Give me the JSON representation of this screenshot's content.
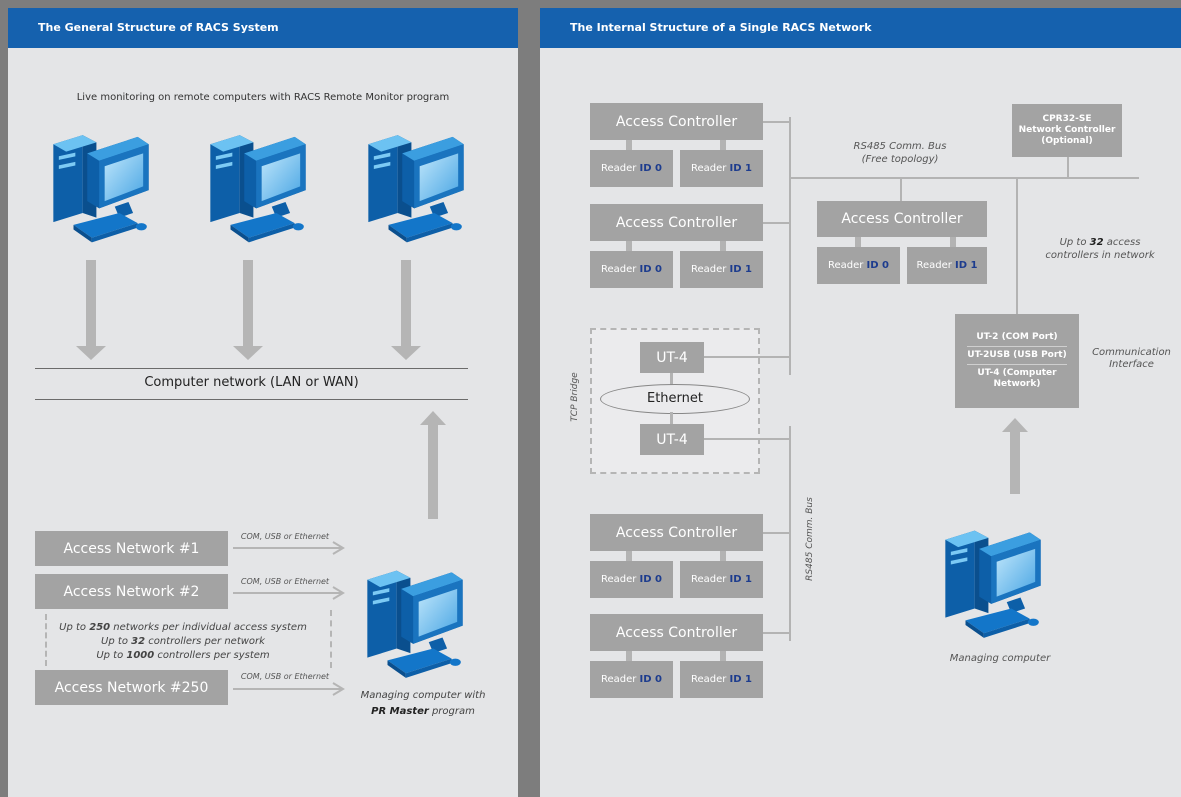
{
  "left_panel": {
    "title": "The General Structure of RACS System",
    "monitoring_caption": "Live monitoring on remote computers with RACS Remote Monitor program",
    "network_label": "Computer network (LAN or WAN)",
    "access_networks": [
      "Access Network #1",
      "Access Network #2",
      "Access Network #250"
    ],
    "connection_label": "COM, USB or Ethernet",
    "limits": [
      {
        "pre": "Up to ",
        "num": "250",
        "post": " networks per individual access system"
      },
      {
        "pre": "Up to ",
        "num": "32",
        "post": " controllers per network"
      },
      {
        "pre": "Up to ",
        "num": "1000",
        "post": " controllers per system"
      }
    ],
    "managing_caption_1": "Managing computer with",
    "managing_caption_2_bold": "PR Master",
    "managing_caption_2_rest": " program"
  },
  "right_panel": {
    "title": "The Internal Structure of a Single RACS Network",
    "controller_label": "Access Controller",
    "reader_prefix": "Reader ",
    "reader_ids": [
      "ID 0",
      "ID 1"
    ],
    "rs485_bus_label": "RS485 Comm. Bus",
    "rs485_bus_sub": "(Free topology)",
    "rs485_vertical_label": "RS485 Comm. Bus",
    "cpr_lines": [
      "CPR32-SE",
      "Network Controller",
      "(Optional)"
    ],
    "up_to_pre": "Up to ",
    "up_to_num": "32",
    "up_to_post": " access",
    "up_to_line2": "controllers in network",
    "ut4_label": "UT-4",
    "ethernet_label": "Ethernet",
    "tcp_bridge_label": "TCP Bridge",
    "interfaces": [
      "UT-2 (COM Port)",
      "UT-2USB (USB Port)",
      "UT-4 (Computer Network)"
    ],
    "comm_interface_lines": [
      "Communication",
      "Interface"
    ],
    "managing_computer": "Managing computer"
  },
  "colors": {
    "header": "#1561ae",
    "panel": "#e4e5e7",
    "box": "#a3a3a3",
    "reader_id": "#1d3c8e",
    "background": "#7d7d7d"
  },
  "icons": [
    "computer-icon"
  ]
}
